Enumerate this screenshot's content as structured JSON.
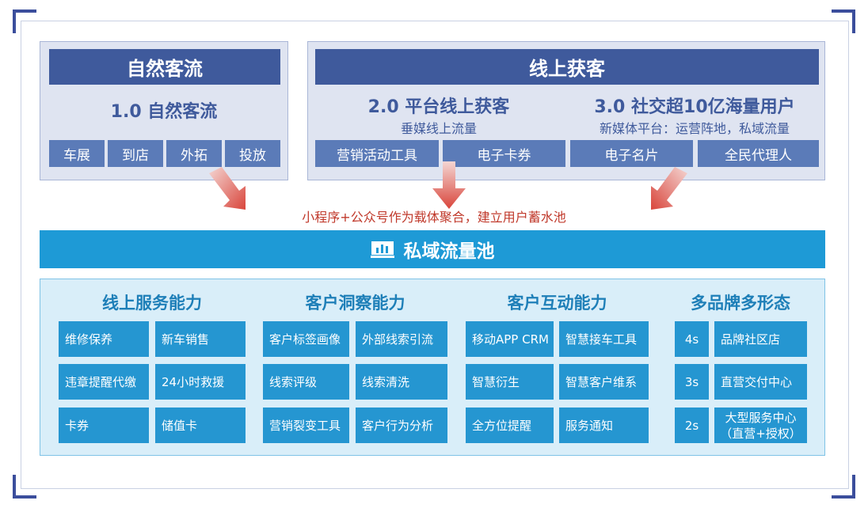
{
  "natural": {
    "header": "自然客流",
    "subtitle": "1.0 自然客流",
    "chips": [
      "车展",
      "到店",
      "外拓",
      "投放"
    ]
  },
  "online": {
    "header": "线上获客",
    "platform_title": "2.0 平台线上获客",
    "platform_note": "垂媒线上流量",
    "social_title": "3.0 社交超10亿海量用户",
    "social_note": "新媒体平台：运营阵地，私域流量",
    "chips": [
      "营销活动工具",
      "电子卡券",
      "电子名片",
      "全民代理人"
    ]
  },
  "carrier_text": "小程序+公众号作为载体聚合，建立用户蓄水池",
  "pool": {
    "title": "私域流量池",
    "icon": "chart-icon"
  },
  "capabilities": [
    {
      "title": "线上服务能力",
      "items": [
        "维修保养",
        "新车销售",
        "违章提醒代缴",
        "24小时救援",
        "卡券",
        "储值卡"
      ]
    },
    {
      "title": "客户洞察能力",
      "items": [
        "客户标签画像",
        "外部线索引流",
        "线索评级",
        "线索清洗",
        "营销裂变工具",
        "客户行为分析"
      ]
    },
    {
      "title": "客户互动能力",
      "items": [
        "移动APP CRM",
        "智慧接车工具",
        "智慧衍生",
        "智慧客户维系",
        "全方位提醒",
        "服务通知"
      ]
    },
    {
      "title": "多品牌多形态",
      "rows": [
        {
          "code": "4s",
          "name": "品牌社区店"
        },
        {
          "code": "3s",
          "name": "直营交付中心"
        },
        {
          "code": "2s",
          "name": "大型服务中心",
          "name2": "（直营+授权）"
        }
      ]
    }
  ],
  "colors": {
    "header_blue": "#3f5a9c",
    "chip_blue": "#5b7bb8",
    "pool_blue": "#1e9ad6",
    "cell_blue": "#2596d1",
    "arrow_red": "#d9453b",
    "corner_navy": "#3b4e9c"
  }
}
